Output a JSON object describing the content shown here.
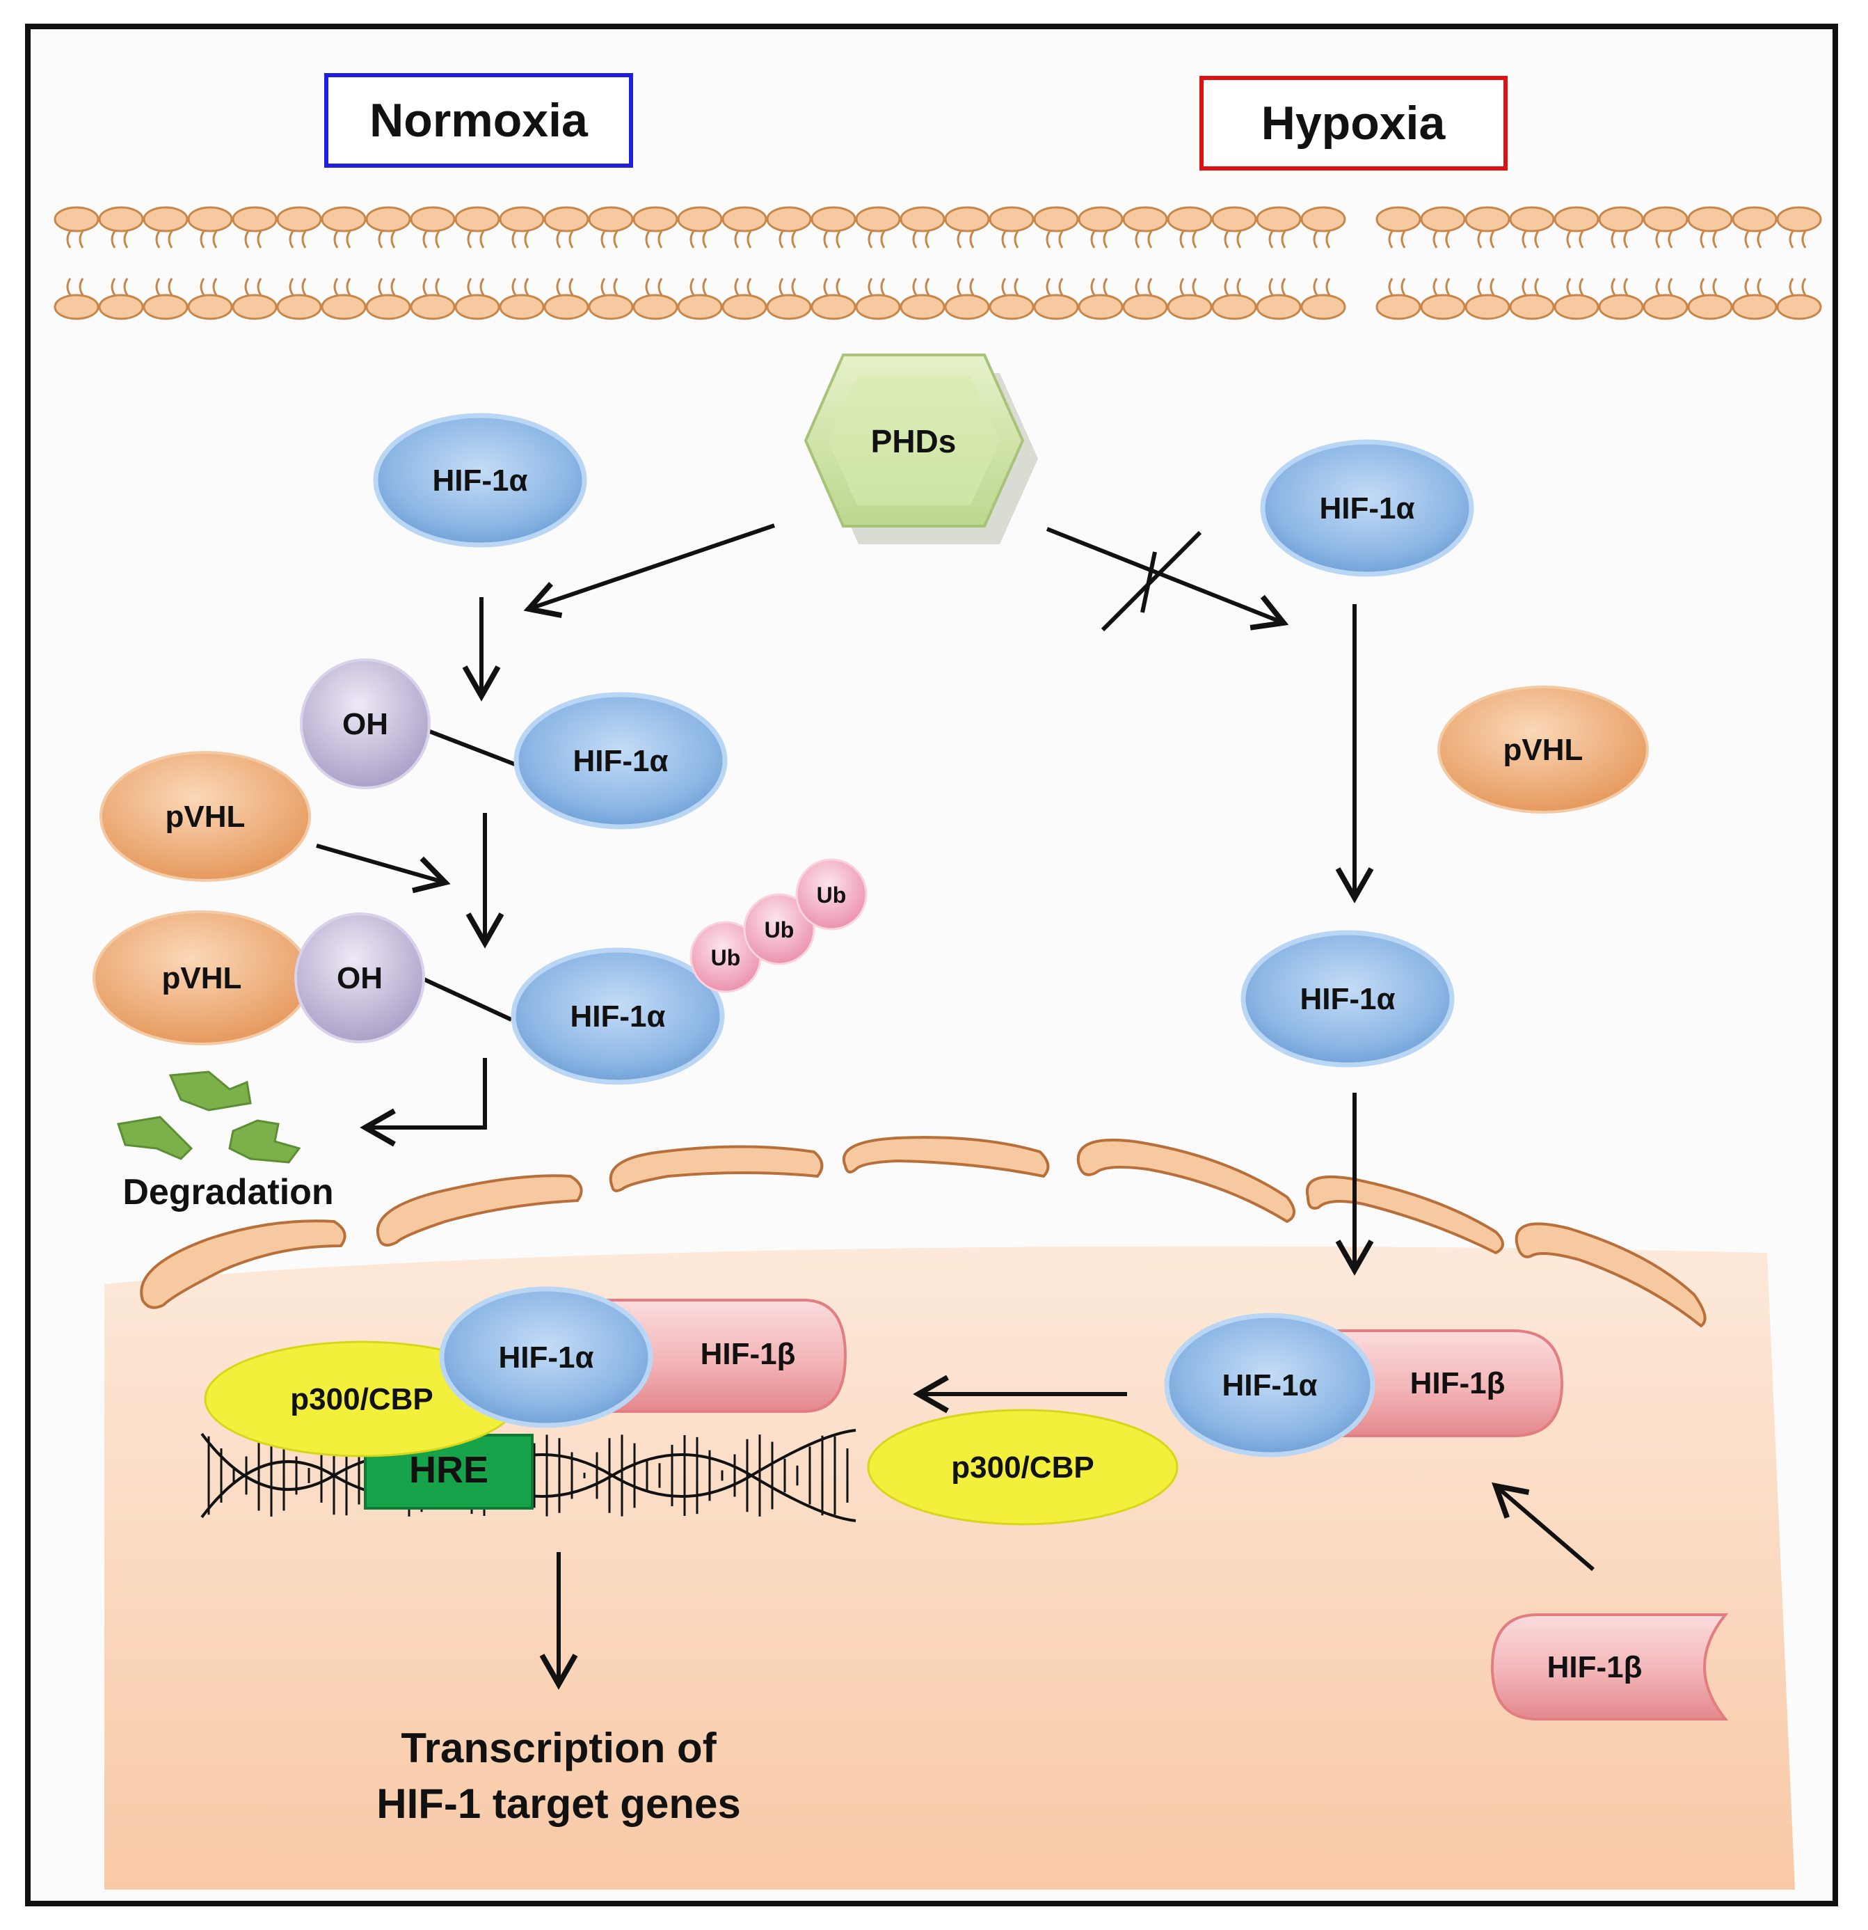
{
  "titles": {
    "normoxia": "Normoxia",
    "hypoxia": "Hypoxia"
  },
  "labels": {
    "phds": "PHDs",
    "hif1a": "HIF-1α",
    "hif1b": "HIF-1β",
    "oh": "OH",
    "pvhl": "pVHL",
    "ub": "Ub",
    "p300": "p300/CBP",
    "hre": "HRE",
    "degradation": "Degradation",
    "transcription_line1": "Transcription of",
    "transcription_line2": "HIF-1 target genes"
  },
  "colors": {
    "normoxia_frame": "#1f1fe0",
    "hypoxia_frame": "#e01010",
    "membrane": "#f6c9a0",
    "membrane_edge": "#c8874a",
    "hif1a": "#8fb8e6",
    "pvhl": "#f0b07c",
    "oh": "#c8c0dc",
    "ub": "#f4b6c6",
    "hif1b": "#f3b5b8",
    "p300": "#f2f03a",
    "hre": "#16a34a",
    "phds": "#d3e6a6",
    "fragments": "#7bb04a",
    "nucleus": "#fbd8bd"
  }
}
